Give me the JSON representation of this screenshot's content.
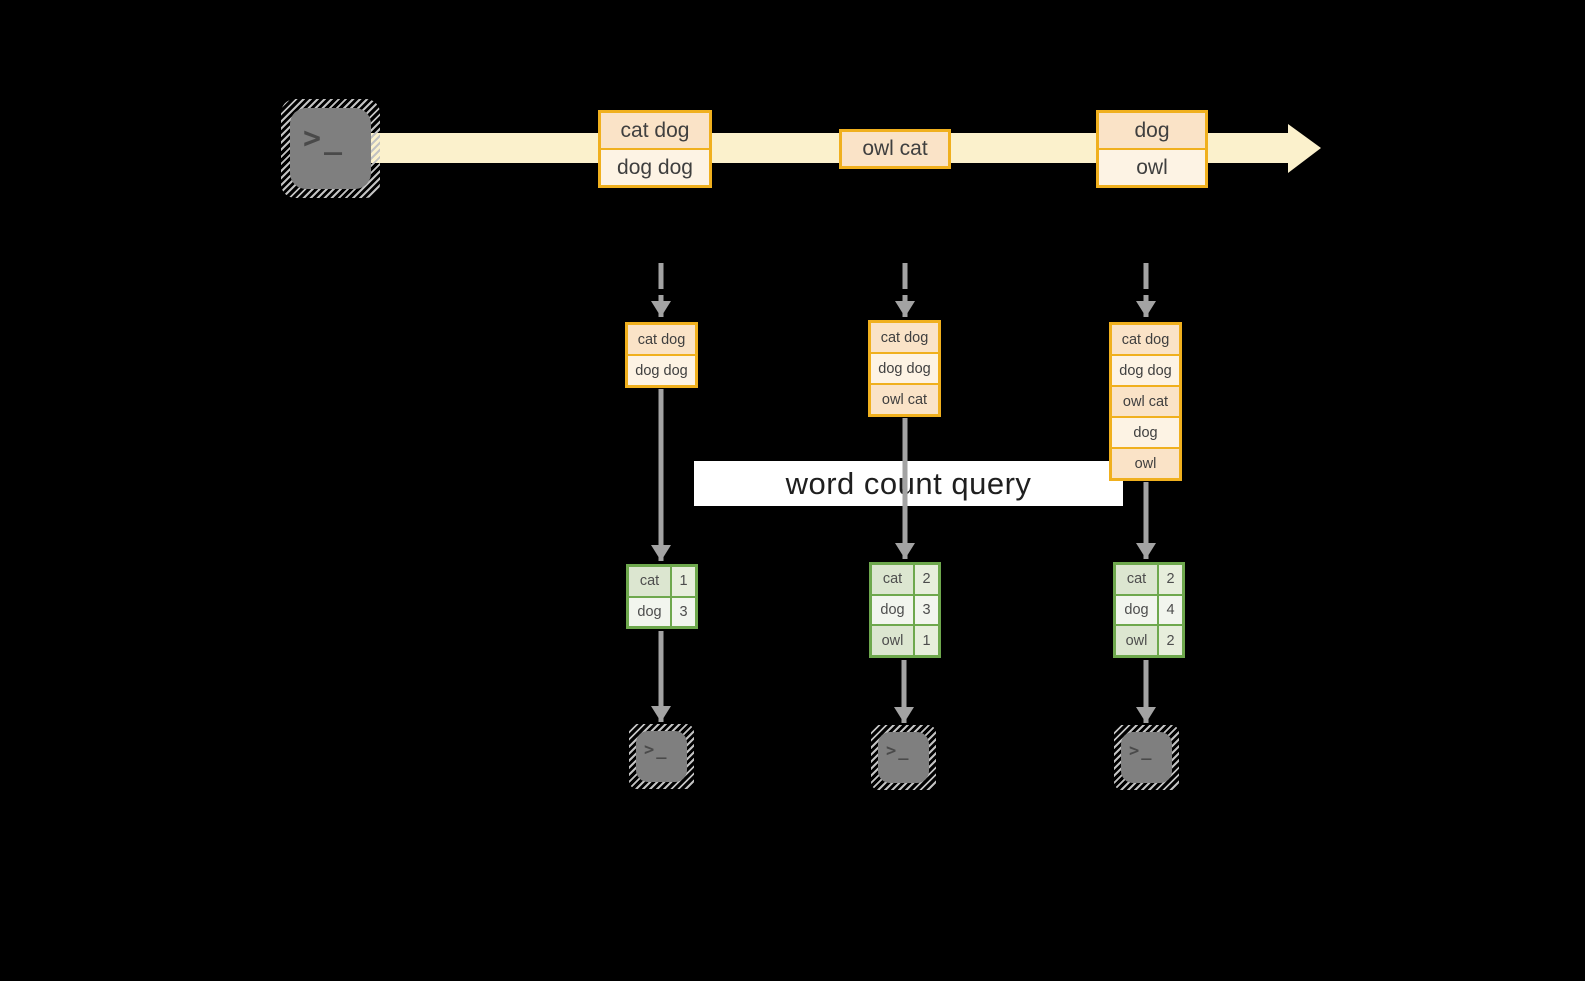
{
  "colors": {
    "gold": "#F0B01E",
    "cream-band": "#FBF1CC",
    "peach": "#FAE3C7",
    "cream2": "#FDF3E4",
    "green": "#6EA84D",
    "sage-dark": "#DCE6D0",
    "sage-mid": "#E7EEDC",
    "sage-light": "#F2F5EE",
    "arrow-gray": "#A3A3A3",
    "terminal-gray": "#7F7F7F",
    "hatch-gray": "#C2C2C2",
    "glyph-gray": "#4A4A4A",
    "ink": "#3F3F3F",
    "table-ink": "#4D4D4D",
    "query-ink": "#1F1F1F",
    "bg": "#000000",
    "white": "#FFFFFF"
  },
  "icons": {
    "terminal_prompt": ">_"
  },
  "query": {
    "label": "word count query"
  },
  "stream": {
    "events": [
      {
        "lines": [
          "cat dog",
          "dog dog"
        ]
      },
      {
        "lines": [
          "owl cat"
        ]
      },
      {
        "lines": [
          "dog",
          "owl"
        ]
      }
    ]
  },
  "pipelines": [
    {
      "buffer": [
        "cat dog",
        "dog dog"
      ],
      "counts": [
        {
          "word": "cat",
          "count": "1"
        },
        {
          "word": "dog",
          "count": "3"
        }
      ]
    },
    {
      "buffer": [
        "cat dog",
        "dog dog",
        "owl cat"
      ],
      "counts": [
        {
          "word": "cat",
          "count": "2"
        },
        {
          "word": "dog",
          "count": "3"
        },
        {
          "word": "owl",
          "count": "1"
        }
      ]
    },
    {
      "buffer": [
        "cat dog",
        "dog dog",
        "owl cat",
        "dog",
        "owl"
      ],
      "counts": [
        {
          "word": "cat",
          "count": "2"
        },
        {
          "word": "dog",
          "count": "4"
        },
        {
          "word": "owl",
          "count": "2"
        }
      ]
    }
  ]
}
